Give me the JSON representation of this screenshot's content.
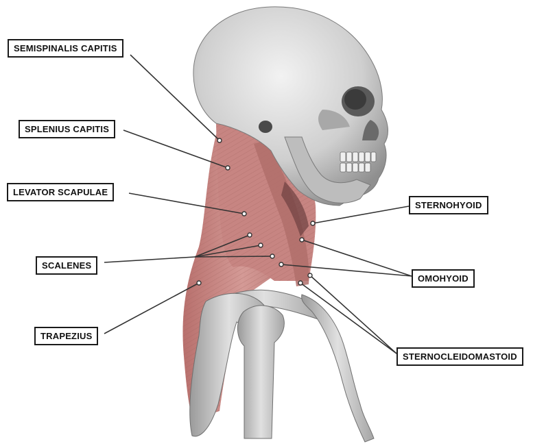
{
  "labels": {
    "semispinalis_capitis": "SEMISPINALIS CAPITIS",
    "splenius_capitis": "SPLENIUS CAPITIS",
    "levator_scapulae": "LEVATOR SCAPULAE",
    "scalenes": "SCALENES",
    "trapezius": "TRAPEZIUS",
    "sternohyoid": "STERNOHYOID",
    "omohyoid": "OMOHYOID",
    "sternocleidomastoid": "STERNOCLEIDOMASTOID"
  },
  "colors": {
    "bone": "#c9c9c9",
    "bone_shadow": "#8c8c8c",
    "muscle": "#c98a87",
    "muscle_dark": "#9e5c5a",
    "leader_line": "#333333"
  }
}
